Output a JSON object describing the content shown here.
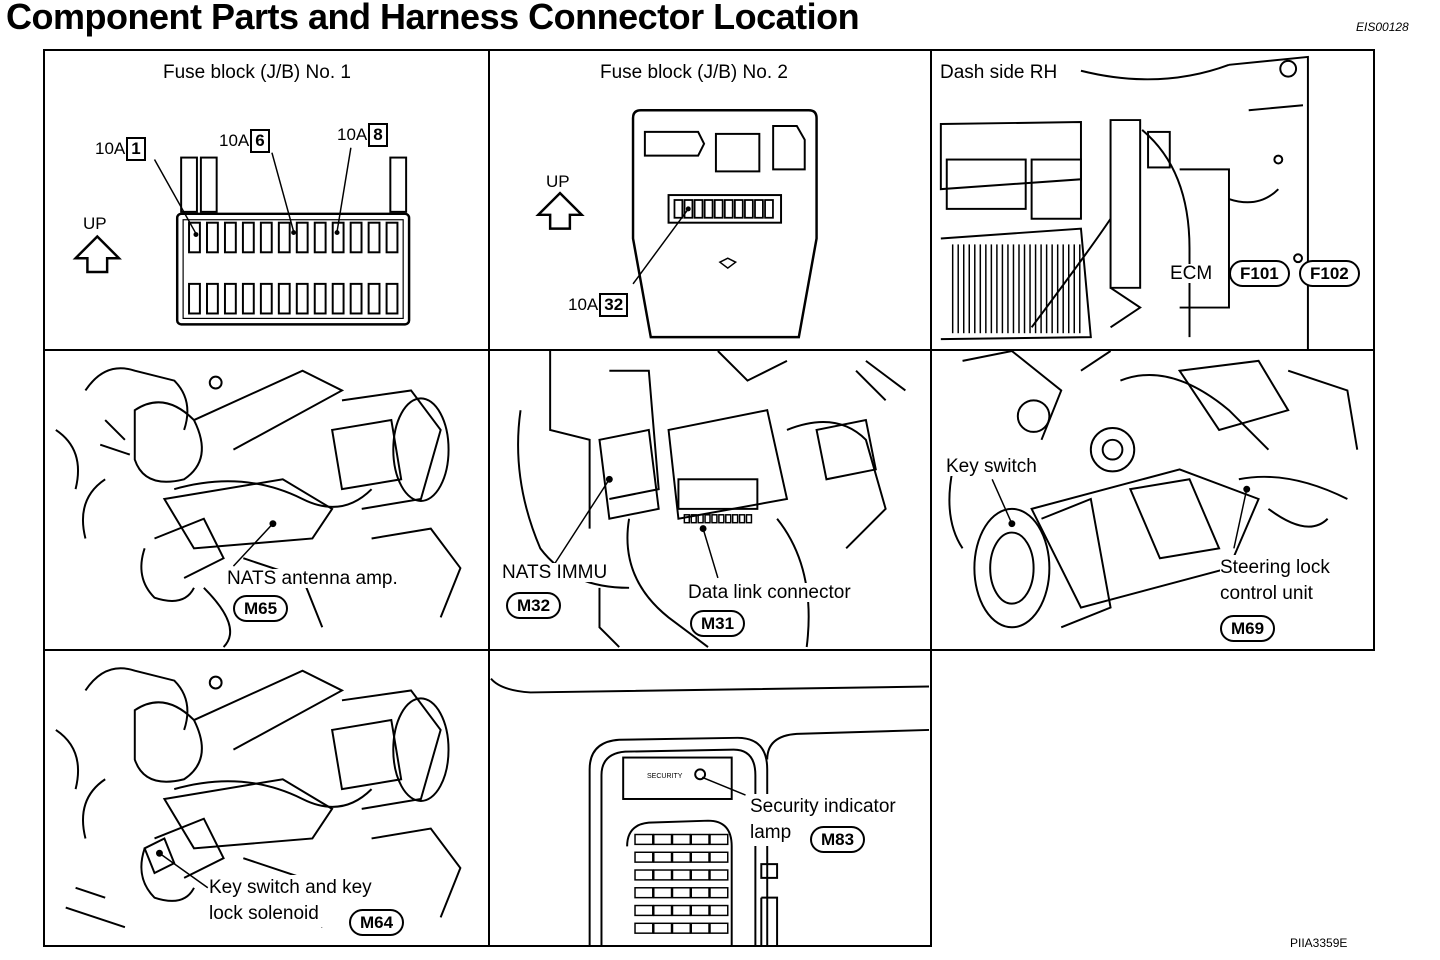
{
  "title": "Component Parts and Harness Connector Location",
  "doc_code": "EIS00128",
  "figure_code": "PIIA3359E",
  "panels": {
    "fuse1": {
      "title": "Fuse block (J/B) No. 1",
      "up": "UP",
      "fuses": [
        {
          "amp": "10A",
          "num": "1"
        },
        {
          "amp": "10A",
          "num": "6"
        },
        {
          "amp": "10A",
          "num": "8"
        }
      ]
    },
    "fuse2": {
      "title": "Fuse block (J/B) No. 2",
      "up": "UP",
      "fuse": {
        "amp": "10A",
        "num": "32"
      }
    },
    "dash": {
      "title": "Dash side RH",
      "ecm_label": "ECM",
      "connectors": [
        "F101",
        "F102"
      ]
    },
    "nats_amp": {
      "label": "NATS antenna amp.",
      "connector": "M65"
    },
    "immu": {
      "immu_label": "NATS IMMU",
      "immu_connector": "M32",
      "dlc_label": "Data link connector",
      "dlc_connector": "M31"
    },
    "key_switch": {
      "key_label": "Key switch",
      "steering_label": "Steering lock\ncontrol unit",
      "connector": "M69"
    },
    "solenoid": {
      "label": "Key switch and key\nlock solenoid",
      "connector": "M64"
    },
    "security": {
      "panel_text": "SECURITY",
      "label": "Security indicator\nlamp",
      "connector": "M83"
    }
  }
}
